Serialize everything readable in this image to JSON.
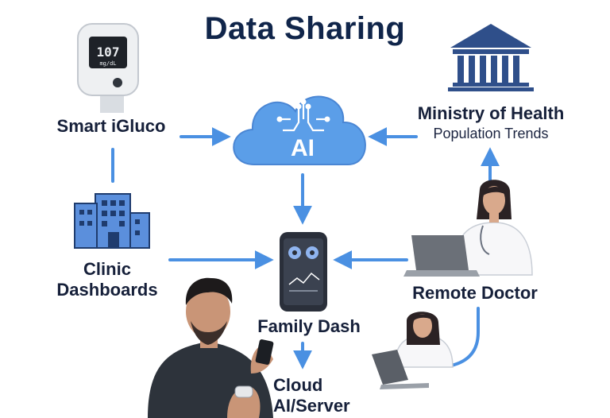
{
  "title": "Data Sharing",
  "nodes": {
    "glucometer": {
      "label": "Smart iGluco",
      "screen_value": "107",
      "screen_unit": "mg/dL"
    },
    "ai": {
      "label": "AI"
    },
    "ministry": {
      "label": "Ministry of Health",
      "sublabel": "Population Trends"
    },
    "clinic": {
      "label_line1": "Clinic",
      "label_line2": "Dashboards"
    },
    "family": {
      "label": "Family Dash"
    },
    "remote_doctor": {
      "label": "Remote Doctor"
    },
    "cloud": {
      "label_line1": "Cloud",
      "label_line2": "AI/Server"
    }
  },
  "colors": {
    "arrow": "#4a90e2",
    "title": "#10254a",
    "cloud": "#5b9ee8",
    "building": "#5b8fdc",
    "ministry": "#2f4f8a",
    "phone_body": "#2a2f3a",
    "phone_screen": "#3b4250"
  },
  "icons": [
    "glucometer-icon",
    "ai-cloud-icon",
    "ministry-building-icon",
    "clinic-building-icon",
    "smartphone-icon",
    "doctor-laptop-illustration",
    "nurse-laptop-illustration",
    "man-with-phone-illustration"
  ]
}
